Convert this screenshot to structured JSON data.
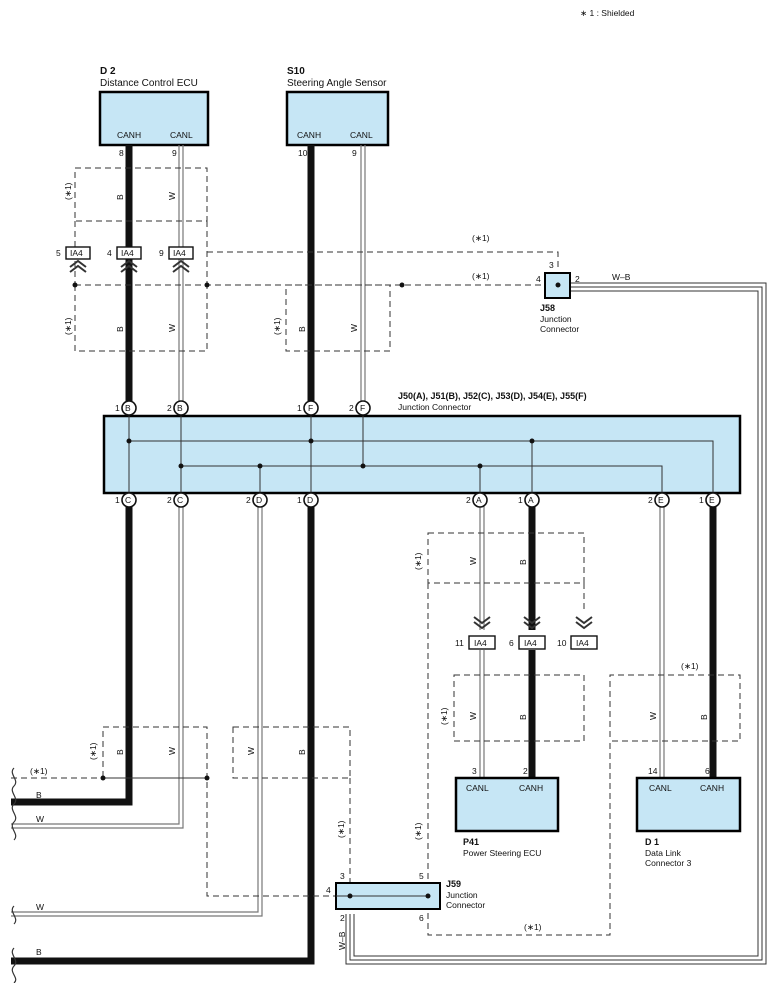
{
  "note": "∗ 1 : Shielded",
  "shield": "(∗1)",
  "conn_ia4": "IA4",
  "wire_b": "B",
  "wire_w": "W",
  "wire_wb": "W–B",
  "canh": "CANH",
  "canl": "CANL",
  "components": {
    "d2": {
      "code": "D 2",
      "name": "Distance Control ECU",
      "pin_canh": "8",
      "pin_canl": "9"
    },
    "s10": {
      "code": "S10",
      "name": "Steering Angle Sensor",
      "pin_canh": "10",
      "pin_canl": "9"
    },
    "j58": {
      "code": "J58",
      "name1": "Junction",
      "name2": "Connector",
      "pin_top": "3",
      "pin_left": "4",
      "pin_right": "2"
    },
    "jbus": {
      "code": "J50(A), J51(B), J52(C), J53(D), J54(E), J55(F)",
      "name": "Junction Connector"
    },
    "p41": {
      "code": "P41",
      "name": "Power Steering ECU",
      "pin_canl": "3",
      "pin_canh": "2"
    },
    "d1": {
      "code": "D 1",
      "name1": "Data Link",
      "name2": "Connector 3",
      "pin_canl": "14",
      "pin_canh": "6"
    },
    "j59": {
      "code": "J59",
      "name1": "Junction",
      "name2": "Connector",
      "pin_3": "3",
      "pin_4": "4",
      "pin_5": "5",
      "pin_2": "2",
      "pin_6": "6"
    }
  },
  "ia4_pins": {
    "p5": "5",
    "p4": "4",
    "p9": "9",
    "p11": "11",
    "p6": "6",
    "p10": "10"
  },
  "bus_pins": {
    "top": [
      {
        "num": "1",
        "letter": "B"
      },
      {
        "num": "2",
        "letter": "B"
      },
      {
        "num": "1",
        "letter": "F"
      },
      {
        "num": "2",
        "letter": "F"
      }
    ],
    "bottom": [
      {
        "num": "1",
        "letter": "C"
      },
      {
        "num": "2",
        "letter": "C"
      },
      {
        "num": "2",
        "letter": "D"
      },
      {
        "num": "1",
        "letter": "D"
      },
      {
        "num": "2",
        "letter": "A"
      },
      {
        "num": "1",
        "letter": "A"
      },
      {
        "num": "2",
        "letter": "E"
      },
      {
        "num": "1",
        "letter": "E"
      }
    ]
  }
}
